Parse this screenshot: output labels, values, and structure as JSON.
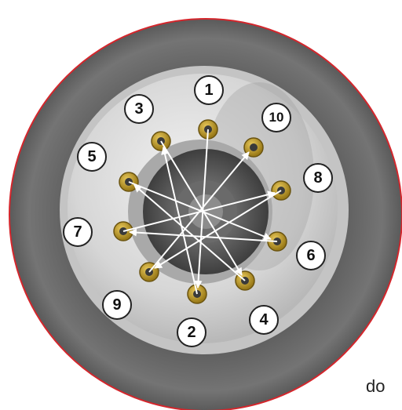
{
  "diagram": {
    "bolt_labels": [
      "1",
      "2",
      "3",
      "4",
      "5",
      "6",
      "7",
      "8",
      "9",
      "10"
    ],
    "tightening_sequence": [
      "1",
      "2",
      "3",
      "4",
      "5",
      "6",
      "7",
      "8",
      "9",
      "10"
    ],
    "colors": {
      "tire": "#6e6e6e",
      "tire_outline": "#d4262c",
      "rim": "#d2d2d2",
      "hub": "#4a4a4a",
      "lug_nut": "#c9a227",
      "arrow": "#ffffff"
    }
  },
  "footer_text": "do"
}
